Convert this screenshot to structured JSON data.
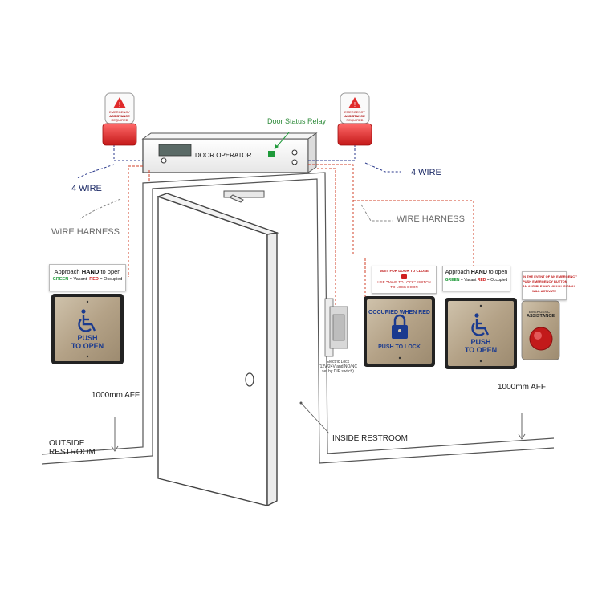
{
  "labels": {
    "door_operator": "DOOR OPERATOR",
    "door_status_relay": "Door Status Relay",
    "four_wire_left": "4 WIRE",
    "four_wire_right": "4 WIRE",
    "wire_harness_left": "WIRE HARNESS",
    "wire_harness_right": "WIRE HARNESS",
    "outside_restroom_1": "OUTSIDE",
    "outside_restroom_2": "RESTROOM",
    "inside_restroom": "INSIDE RESTROOM",
    "height_left": "1000mm AFF",
    "height_right": "1000mm AFF",
    "electric_lock_1": "Electric Lock",
    "electric_lock_2": "(12V/24V and NO/NC",
    "electric_lock_3": "set by DIP switch)"
  },
  "strobe": {
    "line1": "ASSISTANCE",
    "line2": "REQUIRED",
    "line0": "EMERGENCY"
  },
  "approach_sign": {
    "text_a": "Approach ",
    "text_b": "HAND",
    "text_c": " to open",
    "green": "GREEN",
    "vacant": " = Vacant",
    "red": "RED",
    "occupied": " = Occupied"
  },
  "lock_sign": {
    "line1": "WAIT FOR DOOR TO CLOSE",
    "line2": "USE \"WAVE TO LOCK\" SWITCH",
    "line3": "TO LOCK DOOR"
  },
  "emergency_sign": {
    "line1": "IN THE EVENT OF AN EMERGENCY",
    "line2": "PUSH EMERGENCY BUTTON",
    "line3": "AN AUDIBLE AND VISUAL SIGNAL",
    "line4": "WILL ACTIVATE"
  },
  "push_plate": {
    "line1": "PUSH",
    "line2": "TO OPEN"
  },
  "lock_plate": {
    "line1": "OCCUPIED WHEN RED",
    "line2": "PUSH TO LOCK"
  },
  "emergency_button": {
    "line1": "EMERGENCY",
    "line2": "ASSISTANCE"
  },
  "colors": {
    "wire_blue": "#2b3a8c",
    "wire_red": "#d0402a",
    "strobe_red": "#e02a2a",
    "plate_steel": "#b9a98f",
    "icon_blue": "#1a3a8f"
  }
}
